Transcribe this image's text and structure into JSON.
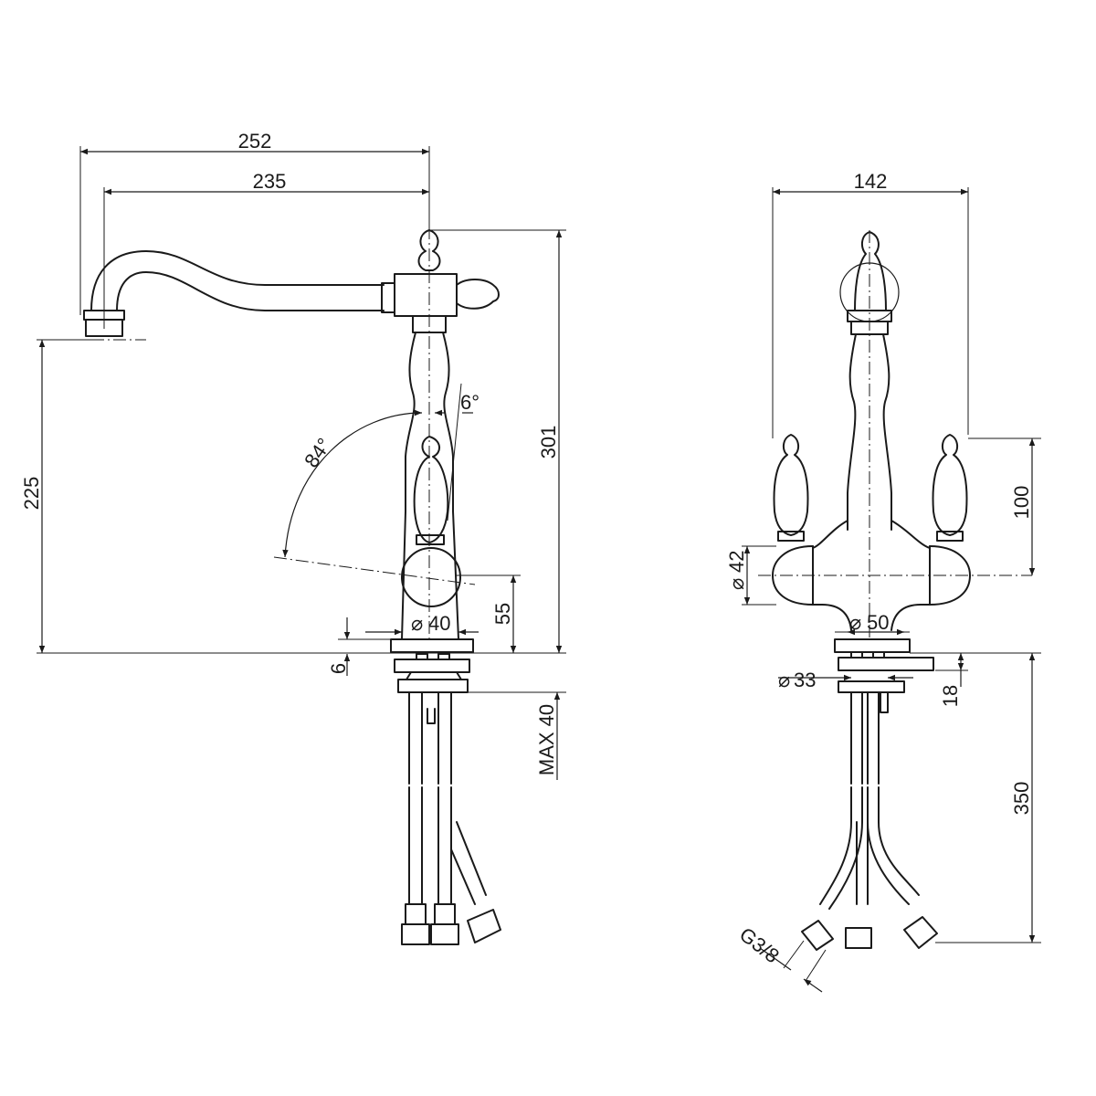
{
  "side_view": {
    "dim_252": "252",
    "dim_235": "235",
    "dim_301": "301",
    "dim_225": "225",
    "dim_6deg": "6°",
    "dim_84deg": "84°",
    "dim_55": "55",
    "dim_dia40": "40",
    "dim_6": "6",
    "dim_max40": "MAX 40"
  },
  "front_view": {
    "dim_142": "142",
    "dim_100": "100",
    "dim_dia42": "42",
    "dim_dia50": "50",
    "dim_dia33": "33",
    "dim_18": "18",
    "dim_350": "350",
    "dim_g38": "G3/8"
  },
  "symbols": {
    "diameter": "⌀"
  }
}
